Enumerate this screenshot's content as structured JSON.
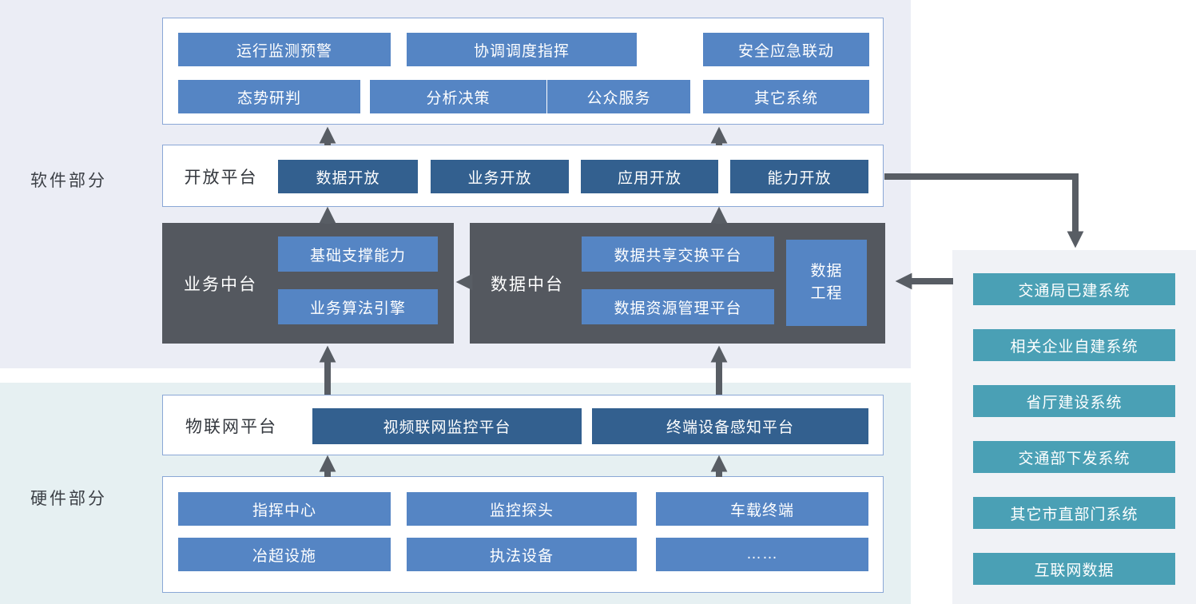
{
  "labels": {
    "software_section": "软件部分",
    "hardware_section": "硬件部分"
  },
  "app_layer": {
    "row1": [
      "运行监测预警",
      "协调调度指挥",
      "安全应急联动"
    ],
    "row2": [
      "态势研判",
      "分析决策",
      "公众服务",
      "其它系统"
    ]
  },
  "open_platform": {
    "title": "开放平台",
    "items": [
      "数据开放",
      "业务开放",
      "应用开放",
      "能力开放"
    ]
  },
  "business_center": {
    "title": "业务中台",
    "items": [
      "基础支撑能力",
      "业务算法引擎"
    ]
  },
  "data_center": {
    "title": "数据中台",
    "items": [
      "数据共享交换平台",
      "数据资源管理平台"
    ],
    "side_block": "数据\n工程"
  },
  "iot_platform": {
    "title": "物联网平台",
    "items": [
      "视频联网监控平台",
      "终端设备感知平台"
    ]
  },
  "hardware_layer": {
    "row1": [
      "指挥中心",
      "监控探头",
      "车载终端"
    ],
    "row2": [
      "冶超设施",
      "执法设备",
      "……"
    ]
  },
  "external_systems": [
    "交通局已建系统",
    "相关企业自建系统",
    "省厅建设系统",
    "交通部下发系统",
    "其它市直部门系统",
    "互联网数据"
  ],
  "colors": {
    "blue_button": "#5585c4",
    "dark_blue_button": "#33608f",
    "dark_gray_panel": "#54585f",
    "teal_button": "#4aa0b5",
    "outline_border": "#8aa7d6",
    "arrow": "#585d64",
    "software_bg": "#ebedf5",
    "hardware_bg": "#e6f0f2",
    "right_panel_bg": "#f0f2f6"
  }
}
